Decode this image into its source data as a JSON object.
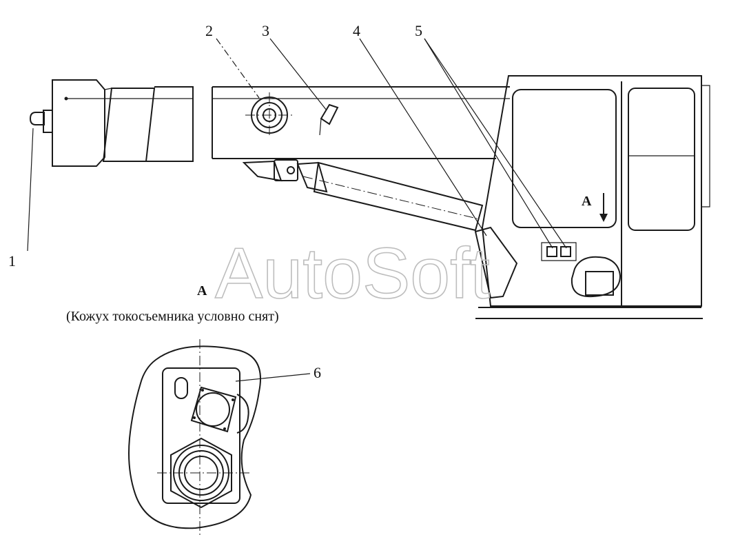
{
  "callouts": [
    {
      "number": "1"
    },
    {
      "number": "2"
    },
    {
      "number": "3"
    },
    {
      "number": "4"
    },
    {
      "number": "5"
    },
    {
      "number": "6"
    }
  ],
  "view": {
    "marker": "A",
    "title": "A",
    "caption": "(Кожух токосъемника условно снят)"
  },
  "watermark": "AutoSoft"
}
